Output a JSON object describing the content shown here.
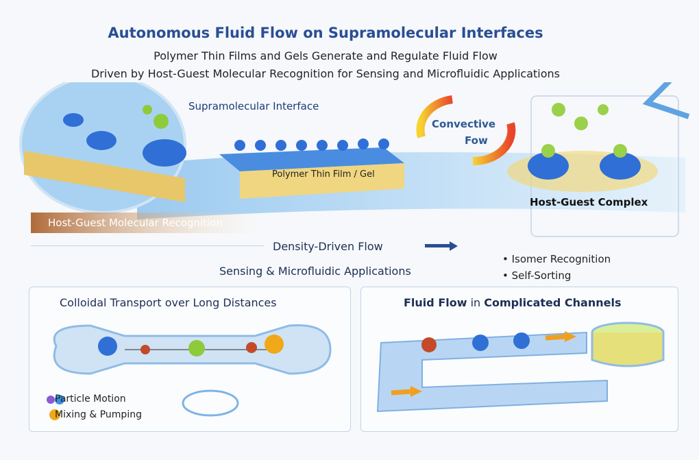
{
  "header": {
    "title": "Autonomous Fluid Flow on Supramolecular Interfaces",
    "subtitle_line1": "Polymer Thin Films and Gels Generate and Regulate Fluid Flow",
    "subtitle_line2": "Driven by Host-Guest Molecular Recognition for Sensing and Microfluidic Applications"
  },
  "top": {
    "interface_label": "Supramolecular Interface",
    "film_label": "Polymer Thin Film / Gel",
    "convective_line1": "Convective",
    "convective_line2": "Fow",
    "complex_label": "Host-Guest Complex",
    "recognition_label": "Host-Guest Molecular Recognition"
  },
  "middle": {
    "flow_label": "Density-Driven Flow",
    "applications_label": "Sensing & Microfluidic Applications",
    "bullets": [
      "Isomer Recognition",
      "Self-Sorting"
    ]
  },
  "panels": {
    "left": {
      "title": "Colloidal Transport over Long Distances",
      "legend": [
        "Particle Motion",
        "Mixing & Pumping"
      ]
    },
    "right": {
      "title_prefix": "Fluid Flow",
      "title_mid": " in ",
      "title_suffix": "Complicated Channels"
    }
  },
  "colors": {
    "accent": "#2a4e94",
    "water": "#4a90d8",
    "gel": "#e9c46a",
    "arrow": "#f29b20"
  }
}
